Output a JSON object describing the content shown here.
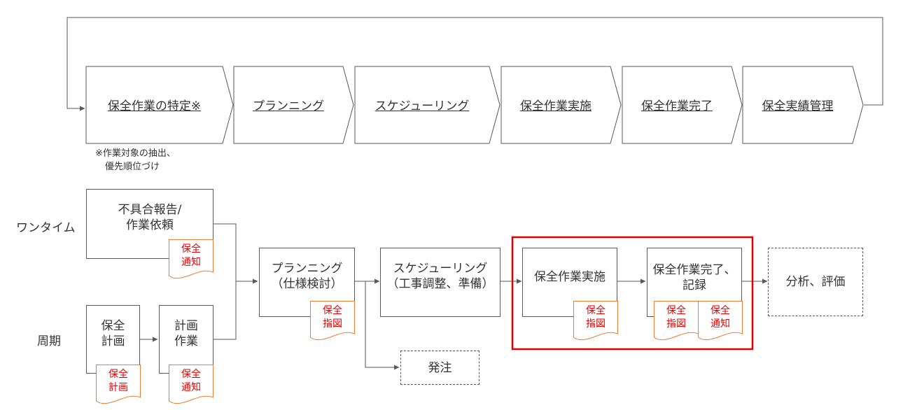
{
  "colors": {
    "line": "#595959",
    "doc_border": "#ED7D31",
    "doc_text": "#E60000",
    "highlight": "#E00000",
    "text": "#333333"
  },
  "process": {
    "steps": [
      "保全作業の特定※",
      "プランニング",
      "スケジューリング",
      "保全作業実施",
      "保全作業完了",
      "保全実績管理"
    ],
    "note": [
      "※作業対象の抽出、",
      "優先順位づけ"
    ]
  },
  "flow": {
    "labels": {
      "onetime": "ワンタイム",
      "periodic": "周期"
    },
    "boxes": {
      "report": [
        "不具合報告/",
        "作業依頼"
      ],
      "plan_maint": [
        "保全",
        "計画"
      ],
      "plan_work": [
        "計画",
        "作業"
      ],
      "planning": [
        "プランニング",
        "（仕様検討）"
      ],
      "scheduling": [
        "スケジューリング",
        "（工事調整、準備）"
      ],
      "execution": [
        "保全作業実施"
      ],
      "completion": [
        "保全作業完了、",
        "記録"
      ],
      "analysis": [
        "分析、評価"
      ],
      "order": [
        "発注"
      ]
    },
    "docs": {
      "notice": [
        "保全",
        "通知"
      ],
      "instruction": [
        "保全",
        "指図"
      ],
      "plan": [
        "保全",
        "計画"
      ]
    }
  }
}
